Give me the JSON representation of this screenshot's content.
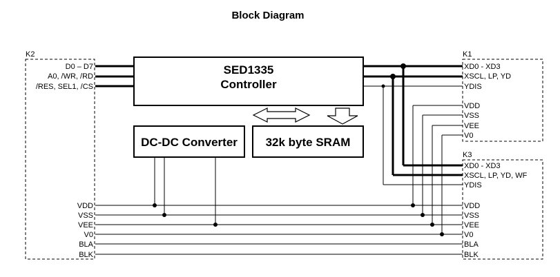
{
  "title": "Block Diagram",
  "connectors": {
    "k2": "K2",
    "k1": "K1",
    "k3": "K3"
  },
  "blocks": {
    "controller_line1": "SED1335",
    "controller_line2": "Controller",
    "dcdc": "DC-DC Converter",
    "sram": "32k byte SRAM"
  },
  "k2_bus": {
    "d0_d7": "D0 – D7",
    "a0_wr_rd": "A0, /WR, /RD",
    "res_sel1_cs": "/RES, SEL1, /CS"
  },
  "k1_pins": {
    "xd": "XD0 - XD3",
    "xscl": "XSCL, LP, YD",
    "ydis": "YDIS",
    "vdd": "VDD",
    "vss": "VSS",
    "vee": "VEE",
    "v0": "V0"
  },
  "k3_pins": {
    "xd": "XD0 - XD3",
    "xscl": "XSCL, LP, YD, WF",
    "ydis": "YDIS",
    "vdd": "VDD",
    "vss": "VSS",
    "vee": "VEE",
    "v0": "V0",
    "bla": "BLA",
    "blk": "BLK"
  },
  "power_rails": {
    "vdd": "VDD",
    "vss": "VSS",
    "vee": "VEE",
    "v0": "V0",
    "bla": "BLA",
    "blk": "BLK"
  }
}
